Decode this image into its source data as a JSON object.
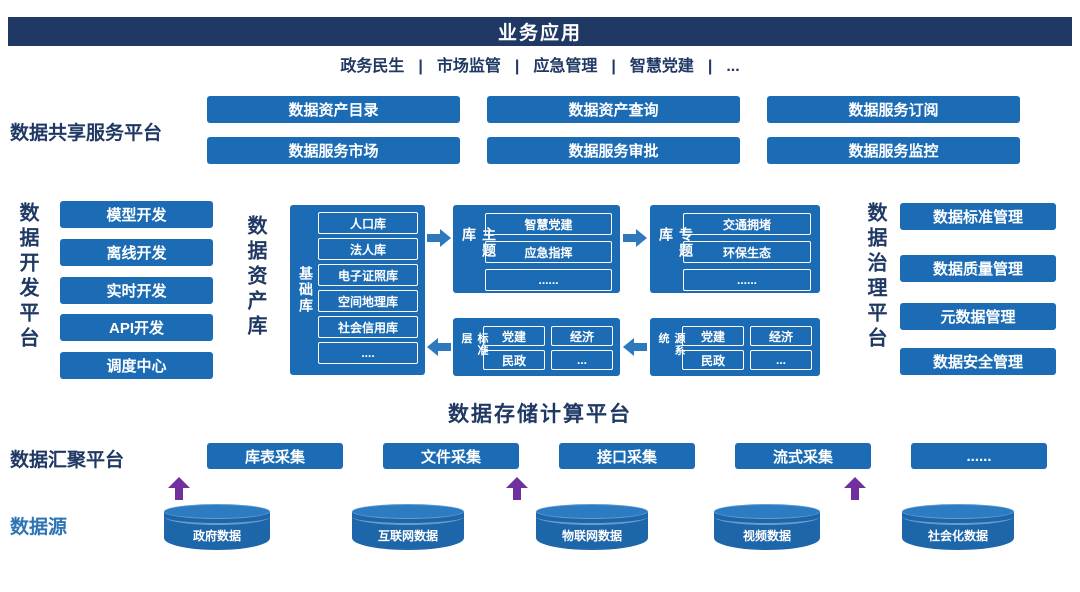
{
  "colors": {
    "navy": "#1f3864",
    "blue": "#1b6cb5",
    "arrow_blue": "#2e79bd",
    "purple": "#7030a0",
    "source_label_blue": "#2e74b5"
  },
  "header": {
    "title": "业务应用"
  },
  "apps": {
    "sep": "|",
    "items": [
      "政务民生",
      "市场监管",
      "应急管理",
      "智慧党建",
      "..."
    ]
  },
  "sharing": {
    "label": "数据共享服务平台",
    "buttons": [
      "数据资产目录",
      "数据资产查询",
      "数据服务订阅",
      "数据服务市场",
      "数据服务审批",
      "数据服务监控"
    ]
  },
  "dev": {
    "label": "数据开发平台",
    "buttons": [
      "模型开发",
      "离线开发",
      "实时开发",
      "API开发",
      "调度中心"
    ]
  },
  "asset": {
    "label": "数据资产库",
    "base": {
      "label": "基础库",
      "items": [
        "人口库",
        "法人库",
        "电子证照库",
        "空间地理库",
        "社会信用库",
        "...."
      ]
    },
    "theme": {
      "label": "主题库",
      "items": [
        "智慧党建",
        "应急指挥",
        "......"
      ]
    },
    "topic": {
      "label": "专题库",
      "items": [
        "交通拥堵",
        "环保生态",
        "......"
      ]
    },
    "standard": {
      "label": "标准层",
      "items": [
        "党建",
        "经济",
        "民政",
        "..."
      ]
    },
    "source_system": {
      "label": "源系统",
      "items": [
        "党建",
        "经济",
        "民政",
        "..."
      ]
    }
  },
  "governance": {
    "label": "数据治理平台",
    "buttons": [
      "数据标准管理",
      "数据质量管理",
      "元数据管理",
      "数据安全管理"
    ]
  },
  "storage": {
    "title": "数据存储计算平台"
  },
  "aggregation": {
    "label": "数据汇聚平台",
    "buttons": [
      "库表采集",
      "文件采集",
      "接口采集",
      "流式采集",
      "......"
    ]
  },
  "sources": {
    "label": "数据源",
    "items": [
      "政府数据",
      "互联网数据",
      "物联网数据",
      "视频数据",
      "社会化数据"
    ]
  }
}
